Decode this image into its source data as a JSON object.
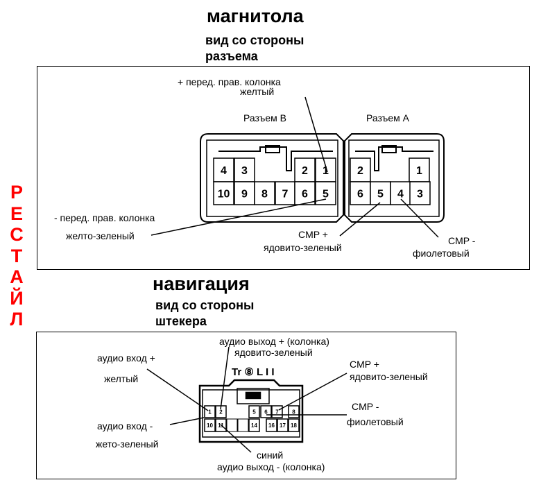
{
  "top": {
    "title": "магнитола",
    "subtitle_line1": "вид со стороны",
    "subtitle_line2": "разъема",
    "connector_b_label": "Разъем В",
    "connector_a_label": "Разъем А",
    "connector_b_pins_top": [
      "4",
      "3",
      "2",
      "1"
    ],
    "connector_b_pins_bottom": [
      "10",
      "9",
      "8",
      "7",
      "6",
      "5"
    ],
    "connector_a_pins_top": [
      "2",
      "1"
    ],
    "connector_a_pins_bottom": [
      "6",
      "5",
      "4",
      "3"
    ],
    "plus_front_right_line1": "+ перед. прав. колонка",
    "plus_front_right_line2": "желтый",
    "minus_front_right_line1": "- перед. прав. колонка",
    "minus_front_right_line2": "желто-зеленый",
    "cmp_plus_line1": "CMP +",
    "cmp_plus_line2": "ядовито-зеленый",
    "cmp_minus_line1": "CMP -",
    "cmp_minus_line2": "фиолетовый"
  },
  "side_text": [
    "Р",
    "Е",
    "С",
    "Т",
    "А",
    "Й",
    "Л"
  ],
  "nav": {
    "title": "навигация",
    "subtitle_line1": "вид со стороны",
    "subtitle_line2": "штекера",
    "connector_mark": "Tr ⑧ L I I",
    "pins_top": [
      "1",
      "2",
      "5",
      "6",
      "7",
      "8"
    ],
    "pins_bottom": [
      "10",
      "11",
      "14",
      "16",
      "17",
      "18"
    ],
    "audio_in_plus_line1": "аудио вход +",
    "audio_in_plus_line2": "желтый",
    "audio_out_plus_line1": "аудио выход + (колонка)",
    "audio_out_plus_line2": "ядовито-зеленый",
    "cmp_plus_line1": "CMP +",
    "cmp_plus_line2": "ядовито-зеленый",
    "cmp_minus_line1": "CMP -",
    "cmp_minus_line2": "фиолетовый",
    "audio_in_minus_line1": "аудио вход -",
    "audio_in_minus_line2": "жето-зеленый",
    "audio_out_minus_line1": "синий",
    "audio_out_minus_line2": "аудио выход - (колонка)"
  }
}
